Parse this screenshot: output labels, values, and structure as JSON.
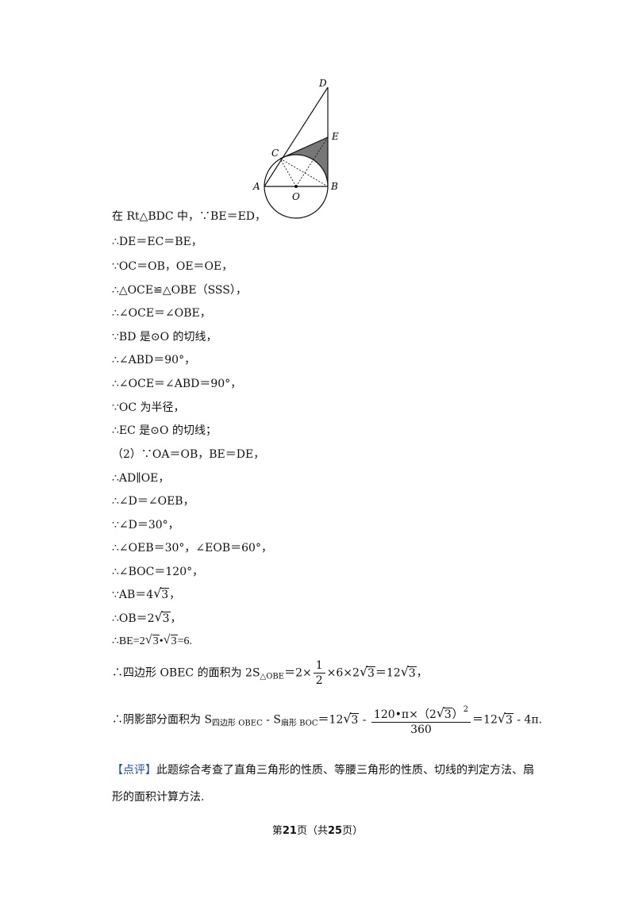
{
  "figure": {
    "labels": {
      "A": "A",
      "B": "B",
      "C": "C",
      "D": "D",
      "E": "E",
      "O": "O"
    }
  },
  "lines": [
    {
      "id": "l1",
      "text": "在 Rt△BDC 中，∵BE＝ED，"
    },
    {
      "id": "l2",
      "text": "∴DE＝EC＝BE，"
    },
    {
      "id": "l3",
      "text": "∵OC＝OB，OE＝OE，"
    },
    {
      "id": "l4",
      "text": "∴△OCE≌△OBE（SSS），"
    },
    {
      "id": "l5",
      "text": "∴∠OCE＝∠OBE，"
    },
    {
      "id": "l6",
      "text": "∵BD 是⊙O 的切线，"
    },
    {
      "id": "l7",
      "text": "∴∠ABD＝90°，"
    },
    {
      "id": "l8",
      "text": "∴∠OCE＝∠ABD＝90°，"
    },
    {
      "id": "l9",
      "text": "∵OC 为半径，"
    },
    {
      "id": "l10",
      "text": "∴EC 是⊙O 的切线；"
    },
    {
      "id": "l11",
      "text": "（2）∵OA＝OB，BE＝DE，"
    },
    {
      "id": "l12",
      "text": "∴AD∥OE，"
    },
    {
      "id": "l13",
      "text": "∴∠D＝∠OEB，"
    },
    {
      "id": "l14",
      "text": "∵∠D＝30°，"
    },
    {
      "id": "l15",
      "text": "∴∠OEB＝30°，∠EOB＝60°，"
    },
    {
      "id": "l16",
      "text": "∴∠BOC＝120°，"
    }
  ],
  "sqrt_lines": {
    "ab_prefix": "∵AB＝4",
    "ab_rad": "3",
    "ab_suffix": "，",
    "ob_prefix": "∴OB＝2",
    "ob_rad": "3",
    "ob_suffix": "，",
    "be_prefix": "∴BE=2",
    "be_rad1": "3",
    "be_mid": "•",
    "be_rad2": "3",
    "be_suffix": "=6."
  },
  "area_quad": {
    "prefix": "∴四边形 OBEC 的面积为 2S",
    "sub": "△OBE",
    "eq1": "＝2×",
    "num": "1",
    "den": "2",
    "mid": "×6×2",
    "rad1": "3",
    "eq2": "＝12",
    "rad2": "3",
    "suffix": "，"
  },
  "area_shade": {
    "prefix": "∴阴影部分面积为 S",
    "sub1": "四边形 OBEC",
    "minus": " - S",
    "sub2": "扇形 BOC",
    "eq1": "＝12",
    "rad1": "3",
    "minus2": " - ",
    "num_a": "120•π×（2",
    "num_rad": "3",
    "num_b": "）",
    "num_sup": "2",
    "den": "360",
    "eq2": "＝12",
    "rad2": "3",
    "tail": " - 4π."
  },
  "review": {
    "tag": "【点评】",
    "text": "此题综合考查了直角三角形的性质、等腰三角形的性质、切线的判定方法、扇形的面积计算方法."
  },
  "footer": {
    "a": "第",
    "page": "21",
    "b": "页（共",
    "total": "25",
    "c": "页）"
  }
}
